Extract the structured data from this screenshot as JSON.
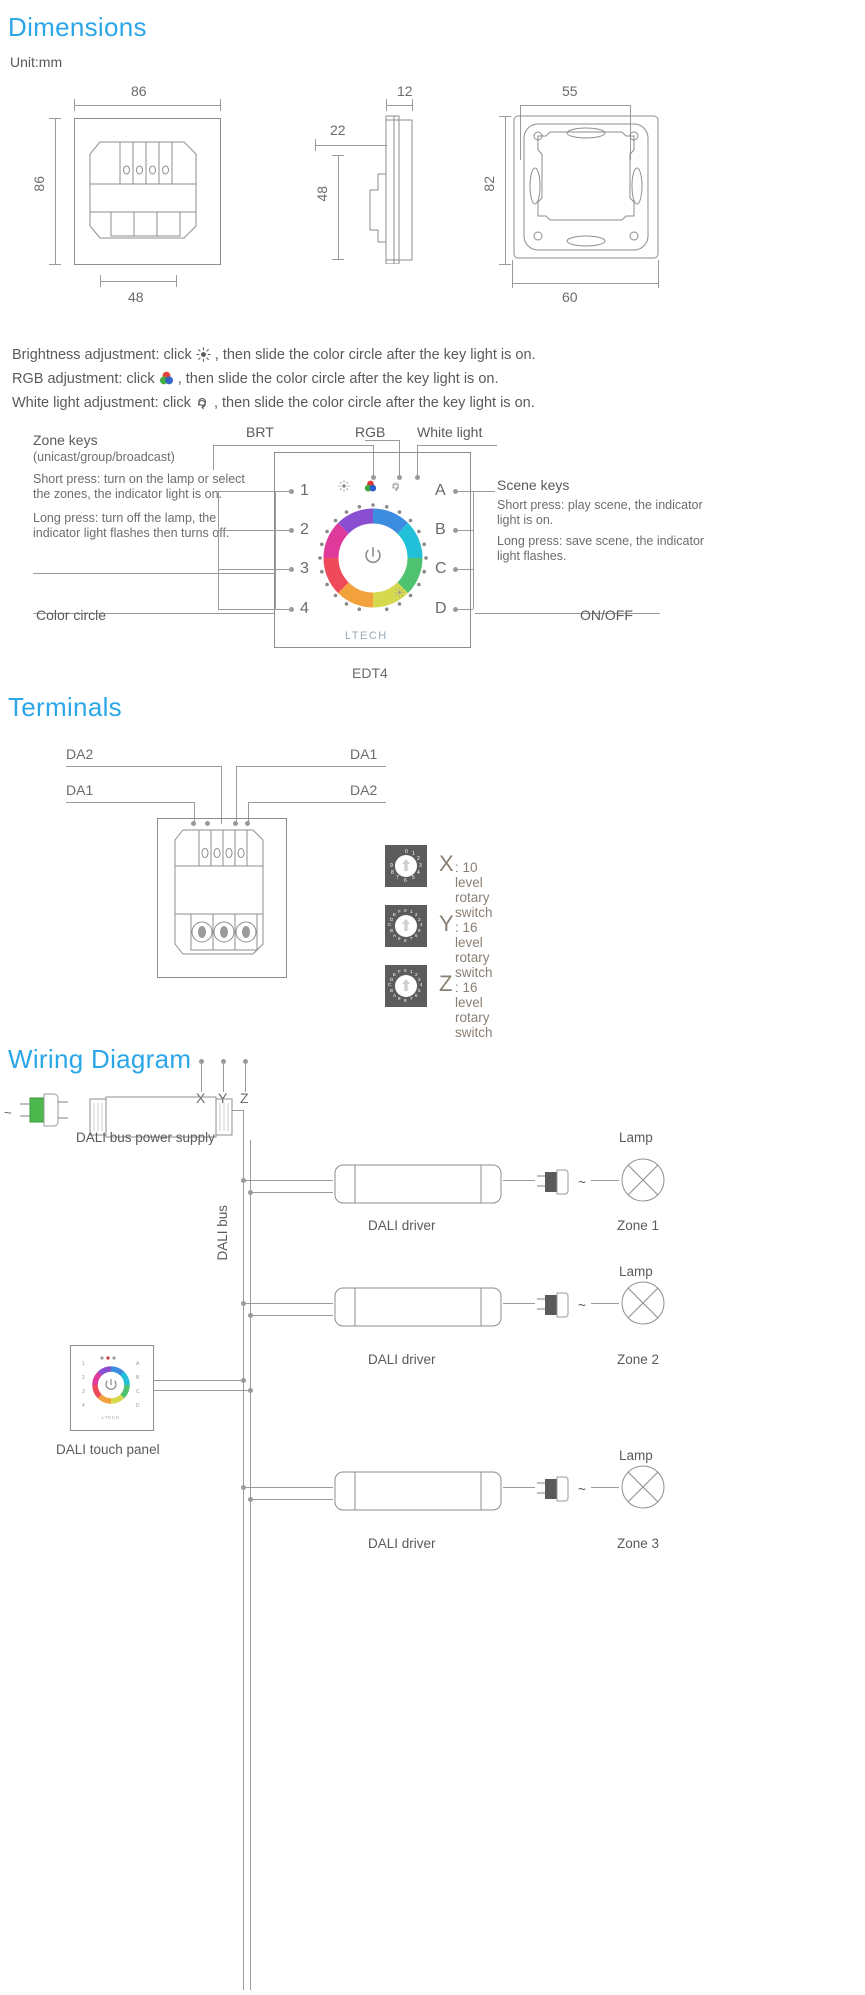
{
  "sections": {
    "dimensions": {
      "title": "Dimensions",
      "unit": "Unit:mm",
      "front_view": {
        "width": "86",
        "height": "86",
        "inner_width": "48"
      },
      "side_view": {
        "thickness": "12",
        "depth": "22",
        "height": "48"
      },
      "back_view": {
        "screw_pitch": "55",
        "height": "82",
        "width": "60"
      }
    },
    "operation": {
      "lines": [
        {
          "pre": "Brightness adjustment: click",
          "icon": "sun-icon",
          "post": ", then slide the color circle after the key light is on."
        },
        {
          "pre": "RGB adjustment: click",
          "icon": "rgb-venn-icon",
          "post": ", then slide the color circle after the key light is on."
        },
        {
          "pre": "White light adjustment: click",
          "icon": "white-light-icon",
          "post": ", then slide the color circle after the key light is on."
        }
      ]
    },
    "panel": {
      "model": "EDT4",
      "brand": "LTECH",
      "top_labels": [
        {
          "id": "brt",
          "text": "BRT"
        },
        {
          "id": "rgb",
          "text": "RGB"
        },
        {
          "id": "white",
          "text": "White light"
        }
      ],
      "zone_keys": [
        "1",
        "2",
        "3",
        "4"
      ],
      "scene_keys": [
        "A",
        "B",
        "C",
        "D"
      ],
      "left_annotations": [
        {
          "title": "Zone keys",
          "subtitle": "(unicast/group/broadcast)",
          "body": [
            "Short press: turn on the lamp or select the zones, the indicator light is on.",
            "Long press: turn off the lamp, the indicator light flashes then turns off."
          ]
        },
        {
          "title": "Color circle",
          "subtitle": "",
          "body": []
        }
      ],
      "right_annotations": [
        {
          "title": "Scene keys",
          "subtitle": "",
          "body": [
            "Short press: play scene, the indicator light is on.",
            "Long press: save scene, the indicator light flashes."
          ]
        },
        {
          "title": "ON/OFF",
          "subtitle": "",
          "body": []
        }
      ]
    },
    "terminals": {
      "title": "Terminals",
      "top_left_label": "DA2",
      "mid_left_label": "DA1",
      "top_right_label": "DA1",
      "mid_right_label": "DA2",
      "switch_labels": [
        "X",
        "Y",
        "Z"
      ],
      "legend": [
        {
          "letter": "X",
          "desc": ": 10 level rotary switch",
          "type": "10-level"
        },
        {
          "letter": "Y",
          "desc": ": 16 level rotary switch",
          "type": "16-level"
        },
        {
          "letter": "Z",
          "desc": ": 16 level rotary switch",
          "type": "16-level"
        }
      ]
    },
    "wiring": {
      "title": "Wiring Diagram",
      "mains_label": "~",
      "power_supply_label": "DALI bus power supply",
      "bus_label": "DALI bus",
      "panel_label": "DALI touch panel",
      "rows": [
        {
          "driver": "DALI driver",
          "lamp": "Lamp",
          "zone": "Zone 1",
          "mains": "~"
        },
        {
          "driver": "DALI driver",
          "lamp": "Lamp",
          "zone": "Zone 2",
          "mains": "~"
        },
        {
          "driver": "DALI driver",
          "lamp": "Lamp",
          "zone": "Zone 3",
          "mains": "~"
        }
      ]
    }
  },
  "colors": {
    "accent": "#2ba6e8",
    "text": "#5a5a5a",
    "line": "#9a9a9a",
    "legend_text": "#8a7f73"
  }
}
